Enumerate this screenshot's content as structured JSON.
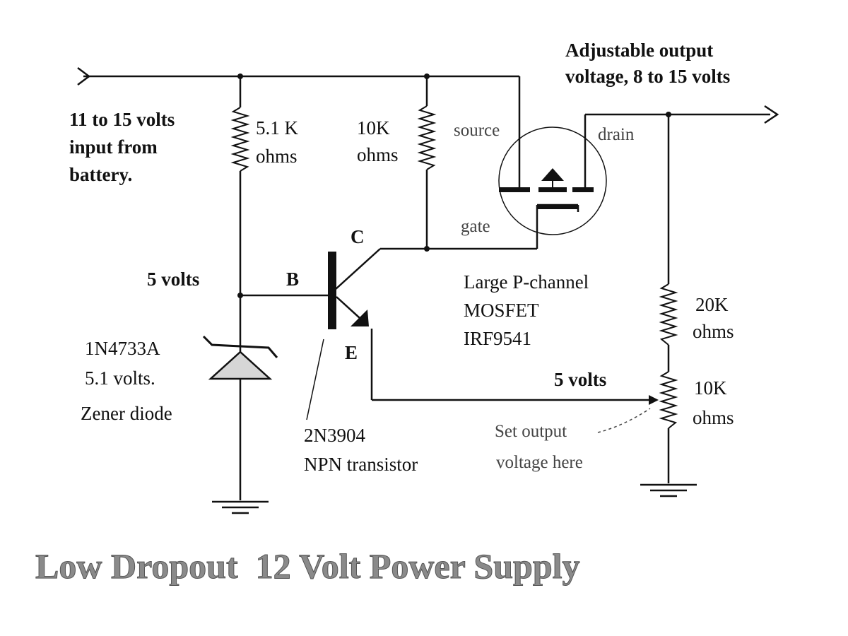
{
  "diagram": {
    "title": "Low Dropout  12 Volt Power Supply",
    "input_label": [
      "11 to 15 volts",
      "input from",
      "battery."
    ],
    "output_label": [
      "Adjustable output",
      "voltage, 8 to 15 volts"
    ],
    "r1_label": [
      "5.1 K",
      "ohms"
    ],
    "r2_label": [
      "10K",
      "ohms"
    ],
    "r3_label": [
      "20K",
      "ohms"
    ],
    "r4_label": [
      "10K",
      "ohms"
    ],
    "zener_label": [
      "1N4733A",
      "5.1 volts.",
      "Zener diode"
    ],
    "transistor_label": [
      "2N3904",
      "NPN transistor"
    ],
    "mosfet_label": [
      "Large P-channel",
      "MOSFET",
      "IRF9541"
    ],
    "pin_b": "B",
    "pin_c": "C",
    "pin_e": "E",
    "base_voltage": "5 volts",
    "wiper_voltage": "5 volts",
    "source": "source",
    "drain": "drain",
    "gate": "gate",
    "set_output": [
      "Set output",
      "voltage here"
    ]
  }
}
